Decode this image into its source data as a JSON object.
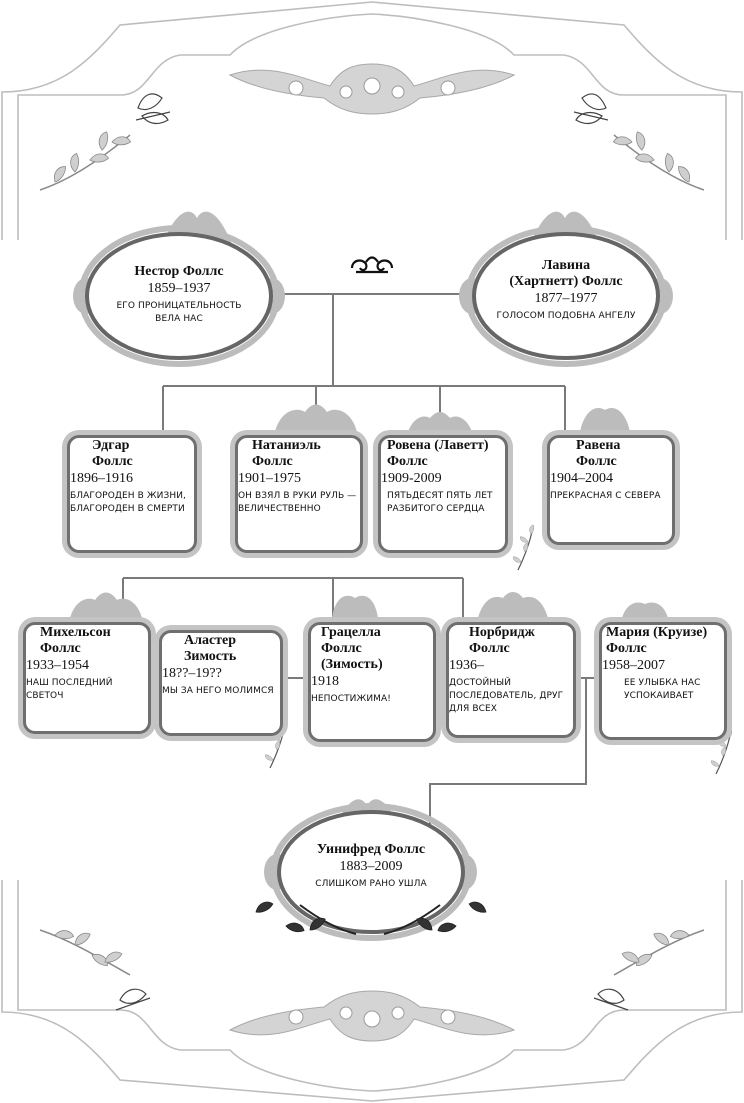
{
  "people": {
    "nestor": {
      "name": "Нестор Фоллс",
      "dates": "1859–1937",
      "motto": "Его проницательность вела нас"
    },
    "lavina": {
      "name": "Лавина (Хартнетт) Фоллс",
      "dates": "1877–1977",
      "motto": "Голосом подобна ангелу"
    },
    "edgar": {
      "name": "Эдгар Фоллс",
      "dates": "1896–1916",
      "motto": "Благороден в жизни, благороден в смерти"
    },
    "nathaniel": {
      "name": "Натаниэль Фоллс",
      "dates": "1901–1975",
      "motto": "Он взял в руки руль — величественно"
    },
    "rowena": {
      "name": "Ровена (Лаветт) Фоллс",
      "dates": "1909-2009",
      "motto": "Пятьдесят пять лет разбитого сердца"
    },
    "ravena": {
      "name": "Равена Фоллс",
      "dates": "1904–2004",
      "motto": "Прекрасная с севера"
    },
    "michaelson": {
      "name": "Михельсон Фоллс",
      "dates": "1933–1954",
      "motto": "Наш последний светоч"
    },
    "alaster": {
      "name": "Аластер Зимость",
      "dates": "18??–19??",
      "motto": "Мы за него молимся"
    },
    "gracella": {
      "name": "Грацелла Фоллс (Зимость)",
      "dates": "1918",
      "motto": "Непостижима!"
    },
    "norbridge": {
      "name": "Норбридж Фоллс",
      "dates": "1936–",
      "motto": "Достойный последователь, друг для всех"
    },
    "maria": {
      "name": "Мария (Круизе) Фоллс",
      "dates": "1958–2007",
      "motto": "Ее улыбка нас успокаивает"
    },
    "winifred": {
      "name": "Уинифред Фоллс",
      "dates": "1883–2009",
      "motto": "Слишком рано ушла"
    }
  }
}
